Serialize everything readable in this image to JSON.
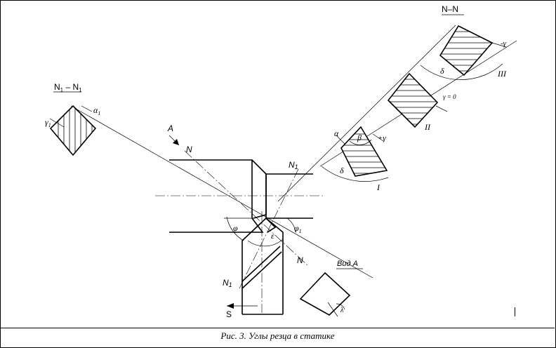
{
  "labels": {
    "section_nn": "N–N",
    "section_n1_base": "N",
    "section_n1_sub": "1",
    "section_n1_dash": " – N",
    "alpha1": "α",
    "alpha1_sub": "1",
    "gamma1": "γ",
    "gamma1_sub": "1",
    "view_a_arrow": "A",
    "n_upper": "N",
    "n1_right": "N",
    "n1_right_sub": "1",
    "n1_left": "N",
    "n1_left_sub": "1",
    "n_lower": "N",
    "phi": "φ",
    "phi1": "φ",
    "phi1_sub": "1",
    "epsilon": "ε",
    "s_feed": "S",
    "view_a_title": "Вид А",
    "lambda": "λ",
    "alpha": "α",
    "beta": "β",
    "plus_gamma": "+γ",
    "delta_1": "δ",
    "roman_1": "I",
    "gamma_zero": "γ = 0",
    "roman_2": "II",
    "minus_gamma": "-γ",
    "delta_3": "δ",
    "roman_3": "III"
  },
  "caption": "Рис. 3. Углы резца в статике"
}
